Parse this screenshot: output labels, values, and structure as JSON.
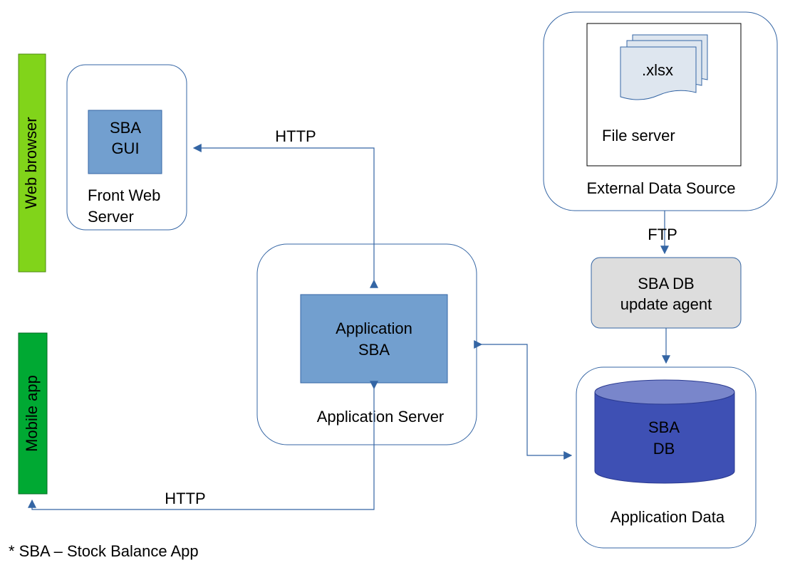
{
  "colors": {
    "container_stroke": "#3465a4",
    "arrow": "#3465a4",
    "web_browser_bar": "#81d41a",
    "mobile_app_bar": "#00a933",
    "sba_box": "#729fcf",
    "agent_box": "#dddddd",
    "db_body": "#3e50b4",
    "db_top": "#7986cb",
    "xlsx_doc": "#dee6ef"
  },
  "clients": {
    "web_browser": "Web browser",
    "mobile_app": "Mobile app"
  },
  "front_web_server": {
    "component_line1": "SBA",
    "component_line2": "GUI",
    "label_line1": "Front Web",
    "label_line2": "Server"
  },
  "application_server": {
    "component_line1": "Application",
    "component_line2": "SBA",
    "label": "Application Server"
  },
  "external_data_source": {
    "file_ext": ".xlsx",
    "file_server_label": "File server",
    "label": "External Data Source"
  },
  "update_agent": {
    "line1": "SBA DB",
    "line2": "update agent"
  },
  "application_data": {
    "db_line1": "SBA",
    "db_line2": "DB",
    "label": "Application Data"
  },
  "connections": {
    "http_top": "HTTP",
    "http_bottom": "HTTP",
    "ftp": "FTP"
  },
  "footnote": "* SBA – Stock Balance App"
}
